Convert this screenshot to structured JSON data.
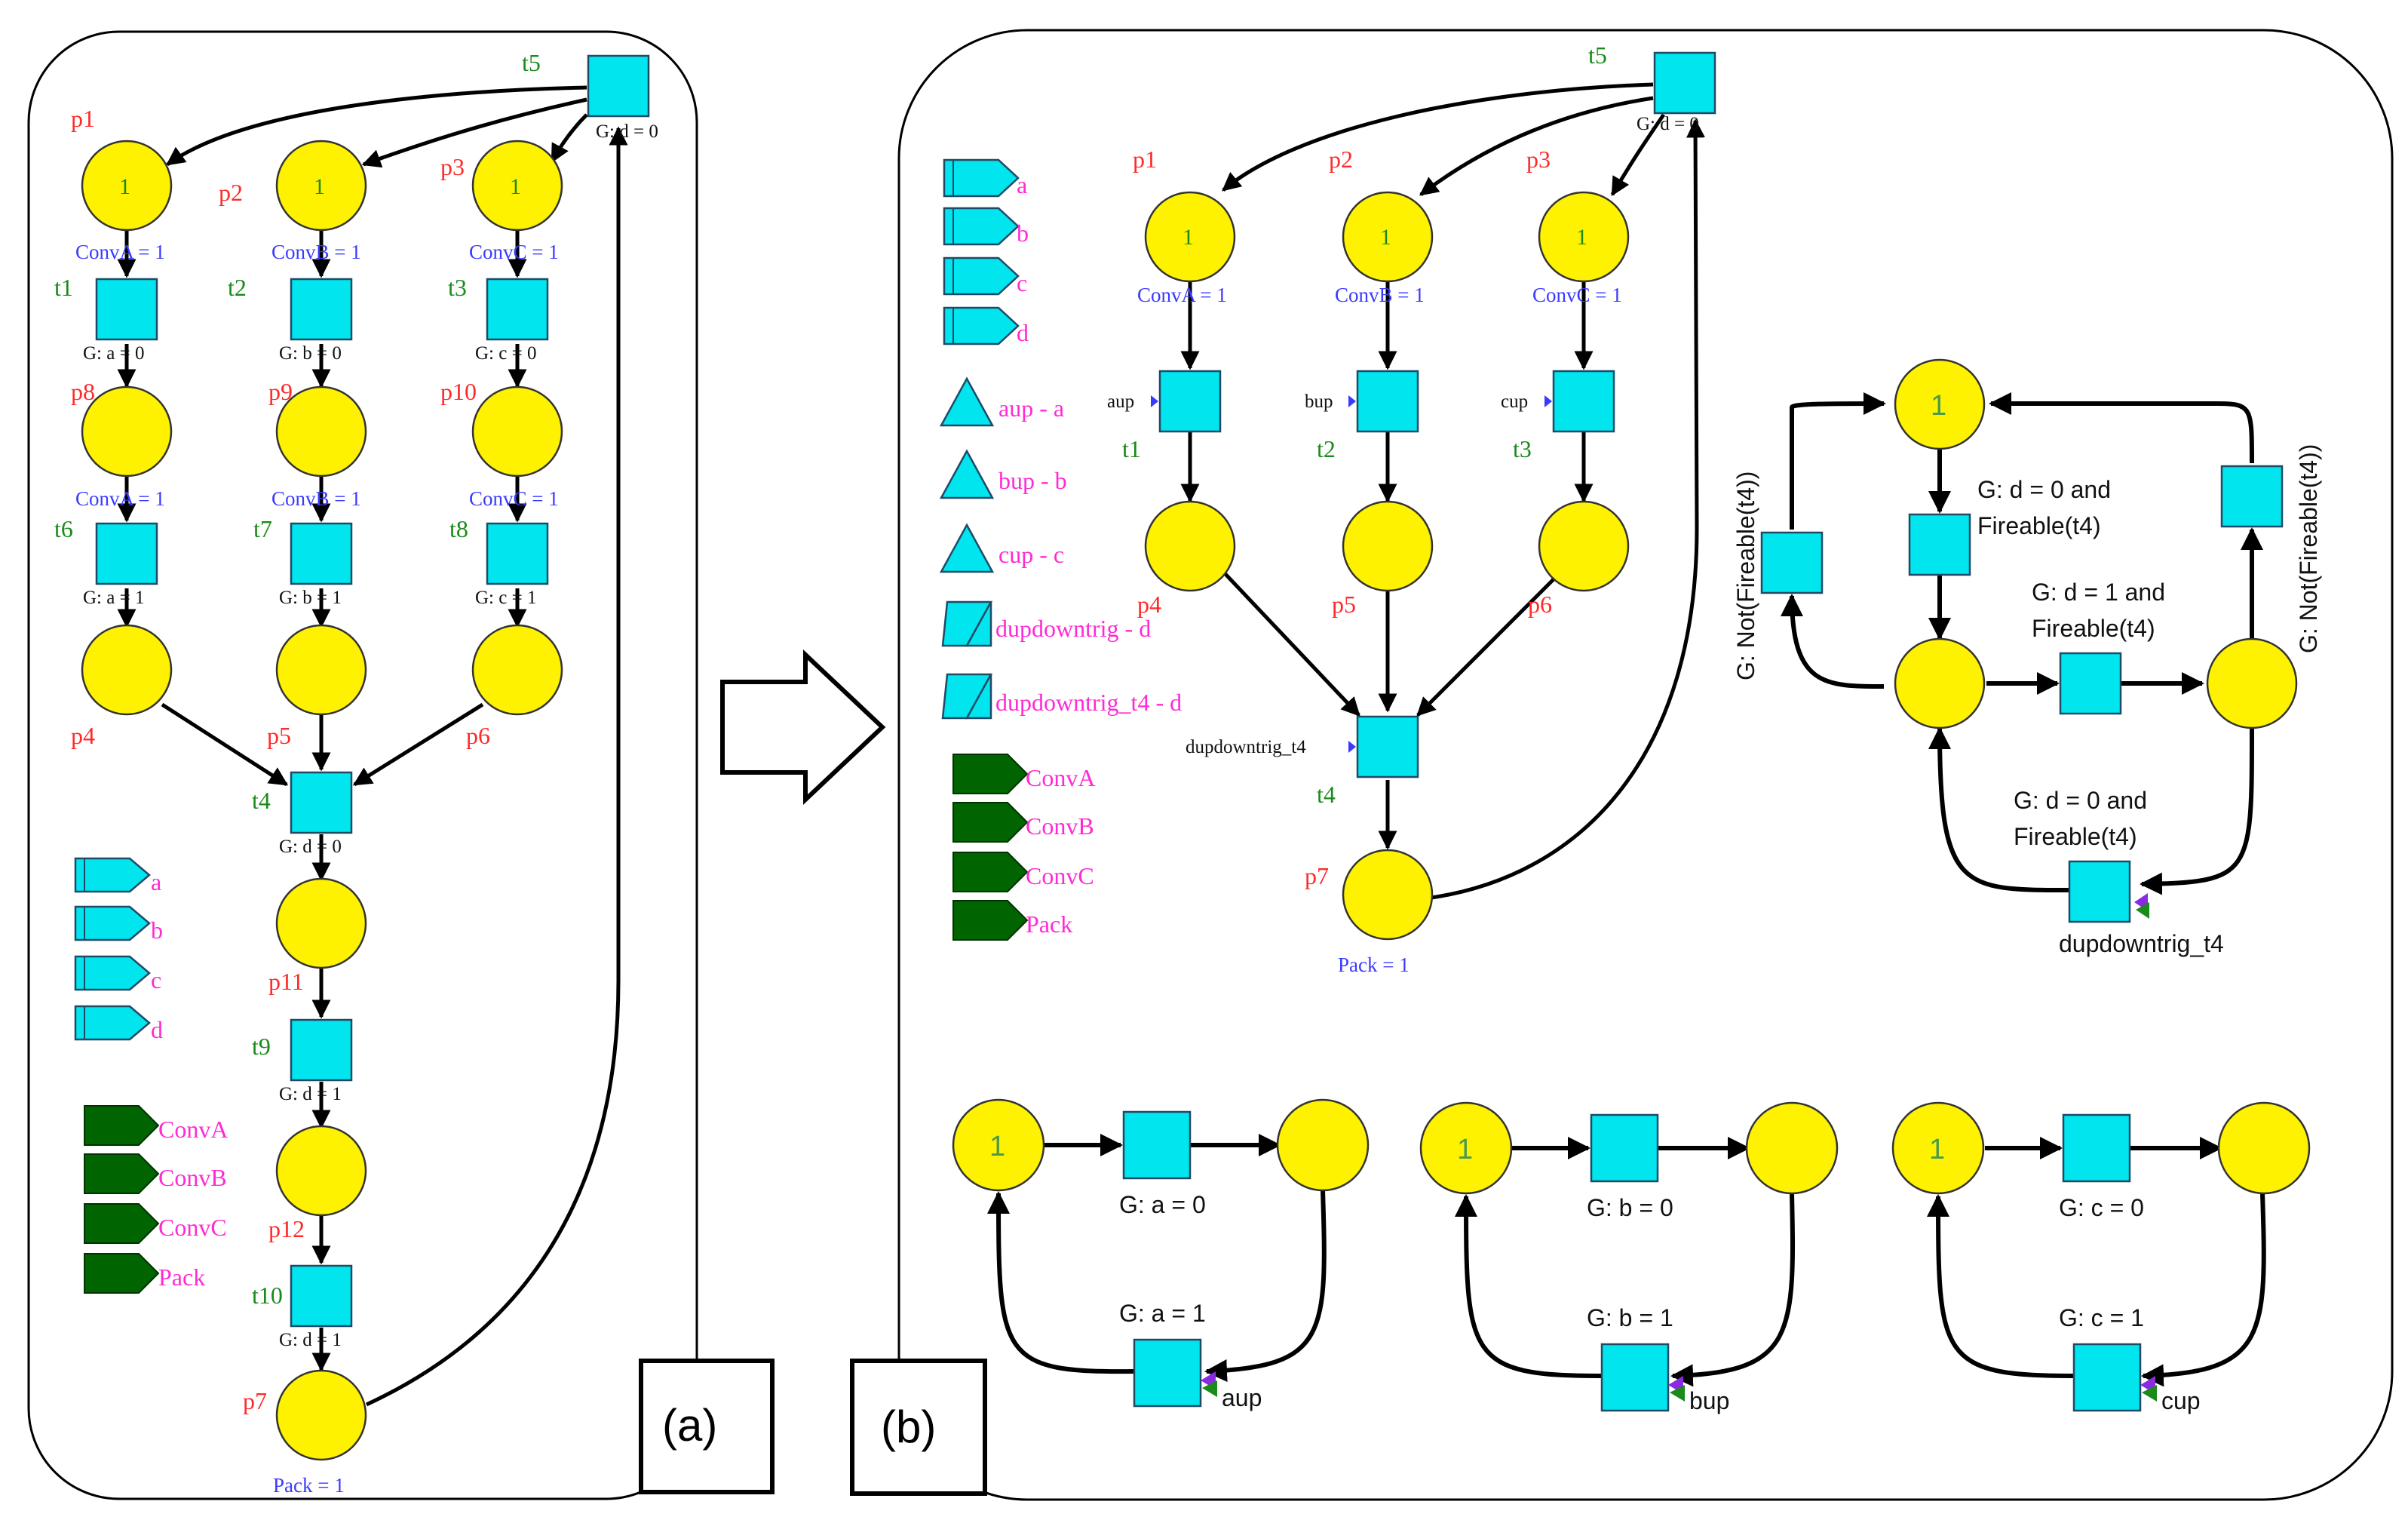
{
  "panels": {
    "a_label": "(a)",
    "b_label": "(b)"
  },
  "colors": {
    "place": "#fff200",
    "transition": "#00e5ee",
    "place_name": "#ff2a2a",
    "transition_name": "#1a8a1a",
    "aux_label": "#3a3aff",
    "legend_label": "#ff2ad4",
    "output_shape": "#006400"
  },
  "a": {
    "places": {
      "p1": "p1",
      "p2": "p2",
      "p3": "p3",
      "p4": "p4",
      "p5": "p5",
      "p6": "p6",
      "p7": "p7",
      "p8": "p8",
      "p9": "p9",
      "p10": "p10",
      "p11": "p11",
      "p12": "p12"
    },
    "transitions": {
      "t1": "t1",
      "t2": "t2",
      "t3": "t3",
      "t4": "t4",
      "t5": "t5",
      "t6": "t6",
      "t7": "t7",
      "t8": "t8",
      "t9": "t9",
      "t10": "t10"
    },
    "token": "1",
    "aux": {
      "conva": "ConvA = 1",
      "convb": "ConvB = 1",
      "convc": "ConvC = 1",
      "pack": "Pack = 1"
    },
    "guards": {
      "t1": "G: a = 0",
      "t2": "G: b = 0",
      "t3": "G: c = 0",
      "t6": "G: a = 1",
      "t7": "G: b = 1",
      "t8": "G: c = 1",
      "t4": "G: d = 0",
      "t5": "G: d = 0",
      "t9": "G: d = 1",
      "t10": "G: d = 1"
    },
    "inputs": [
      "a",
      "b",
      "c",
      "d"
    ],
    "outputs": [
      "ConvA",
      "ConvB",
      "ConvC",
      "Pack"
    ]
  },
  "b": {
    "places": {
      "p1": "p1",
      "p2": "p2",
      "p3": "p3",
      "p4": "p4",
      "p5": "p5",
      "p6": "p6",
      "p7": "p7"
    },
    "transitions": {
      "t1": "t1",
      "t2": "t2",
      "t3": "t3",
      "t4": "t4",
      "t5": "t5"
    },
    "token": "1",
    "aux": {
      "conva": "ConvA = 1",
      "convb": "ConvB = 1",
      "convc": "ConvC = 1",
      "pack": "Pack = 1"
    },
    "t5_guard": "G: d = 0",
    "triggers": {
      "aup": "aup",
      "bup": "bup",
      "cup": "cup",
      "t4": "dupdowntrig_t4"
    },
    "inputs": [
      "a",
      "b",
      "c",
      "d"
    ],
    "triggers_legend": [
      "aup - a",
      "bup - b",
      "cup - c"
    ],
    "dual_triggers_legend": [
      "dupdowntrig - d",
      "dupdowntrig_t4 - d"
    ],
    "outputs": [
      "ConvA",
      "ConvB",
      "ConvC",
      "Pack"
    ],
    "dnet": {
      "g_top": "G: d = 0 and",
      "g_top2": "Fireable(t4)",
      "g_mid": "G: d = 1 and",
      "g_mid2": "Fireable(t4)",
      "g_bot": "G: d = 0 and",
      "g_bot2": "Fireable(t4)",
      "g_left": "G: Not(Fireable(t4))",
      "g_right": "G: Not(Fireable(t4))",
      "trig": "dupdowntrig_t4"
    },
    "snets": [
      {
        "up": "G: a = 0",
        "down": "G: a = 1",
        "trig": "aup"
      },
      {
        "up": "G: b = 0",
        "down": "G: b = 1",
        "trig": "bup"
      },
      {
        "up": "G: c = 0",
        "down": "G: c = 1",
        "trig": "cup"
      }
    ]
  }
}
